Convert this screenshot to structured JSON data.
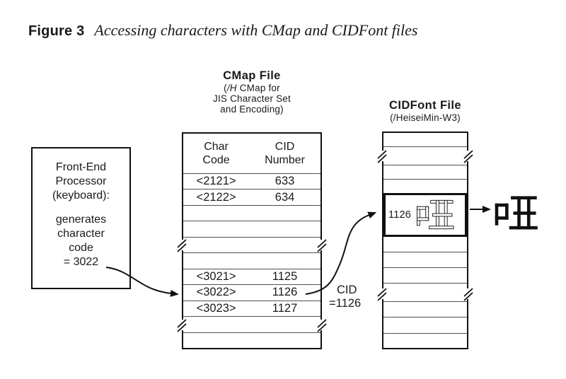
{
  "figure": {
    "label": "Figure 3",
    "caption": "Accessing characters with CMap and CIDFont files"
  },
  "fep": {
    "line1": "Front-End",
    "line2": "Processor",
    "line3": "(keyboard):",
    "line4": "generates",
    "line5": "character",
    "line6": "code",
    "line7": "= 3022"
  },
  "cmap": {
    "title": "CMap File",
    "sub_open": "(",
    "sub_italic": "/H",
    "sub_rest": " CMap for",
    "sub_line2": "JIS Character Set",
    "sub_line3": "and Encoding)",
    "header": {
      "col1_line1": "Char",
      "col1_line2": "Code",
      "col2_line1": "CID",
      "col2_line2": "Number"
    },
    "rows": [
      {
        "code": "<2121>",
        "cid": "633"
      },
      {
        "code": "<2122>",
        "cid": "634"
      },
      {
        "code": "",
        "cid": ""
      },
      {
        "code": "",
        "cid": ""
      },
      {
        "code": "",
        "cid": ""
      },
      {
        "code": "",
        "cid": ""
      },
      {
        "code": "<3021>",
        "cid": "1125"
      },
      {
        "code": "<3022>",
        "cid": "1126"
      },
      {
        "code": "<3023>",
        "cid": "1127"
      },
      {
        "code": "",
        "cid": ""
      },
      {
        "code": "",
        "cid": ""
      }
    ]
  },
  "cid_label": {
    "line1": "CID",
    "line2": "=1126"
  },
  "cidfont": {
    "title": "CIDFont File",
    "subtitle": "(/HeiseiMin-W3)",
    "matched_cid": "1126",
    "matched_glyph": "唖"
  },
  "output_glyph": "唖",
  "colors": {
    "line": "#111111",
    "text": "#1a1a1a",
    "background": "#ffffff"
  }
}
